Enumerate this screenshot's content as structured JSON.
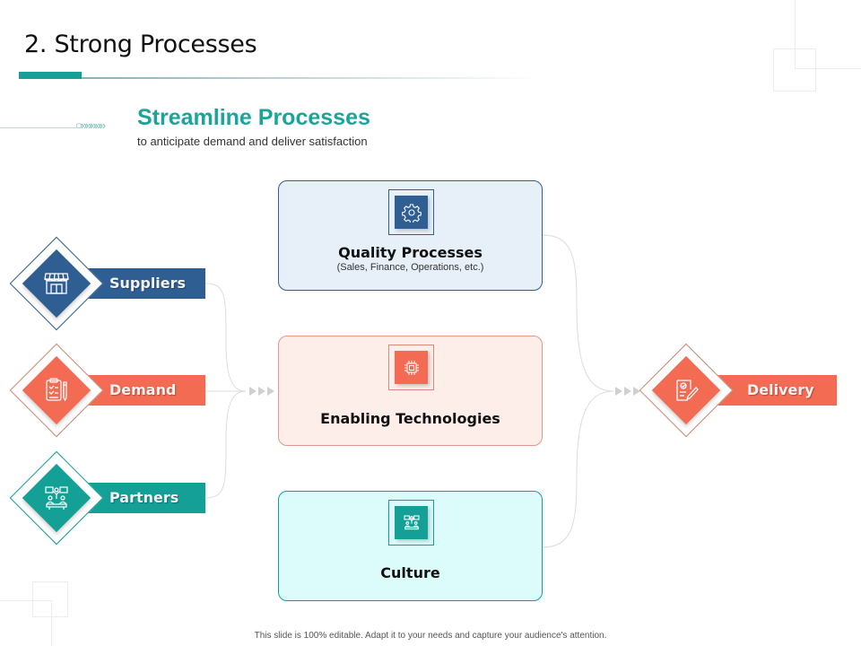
{
  "slide": {
    "title": "2. Strong Processes",
    "subtitle": {
      "arrow_glyph": "○»»»»»",
      "heading": "Streamline Processes",
      "text": "to anticipate demand and deliver satisfaction"
    },
    "inputs": [
      {
        "label": "Suppliers",
        "icon": "storefront-icon",
        "color": "#2f5f92"
      },
      {
        "label": "Demand",
        "icon": "clipboard-checklist-icon",
        "color": "#f26b52"
      },
      {
        "label": "Partners",
        "icon": "team-meeting-icon",
        "color": "#14a097"
      }
    ],
    "processes": [
      {
        "title": "Quality Processes",
        "subtitle": "(Sales, Finance, Operations, etc.)",
        "icon": "gear-icon",
        "color": "#2f5f92",
        "bg": "#e7eff8",
        "border": "#2f5f92"
      },
      {
        "title": "Enabling Technologies",
        "subtitle": "",
        "icon": "microchip-icon",
        "color": "#f26b52",
        "bg": "#fdeeea",
        "border": "#e19a8a"
      },
      {
        "title": "Culture",
        "subtitle": "",
        "icon": "team-meeting-icon",
        "color": "#14a097",
        "bg": "#dcfbfb",
        "border": "#14a097"
      }
    ],
    "output": {
      "label": "Delivery",
      "icon": "document-pen-icon",
      "color": "#f26b52"
    },
    "footer": "This slide is 100% editable.  Adapt it to your needs and capture your audience's attention."
  }
}
